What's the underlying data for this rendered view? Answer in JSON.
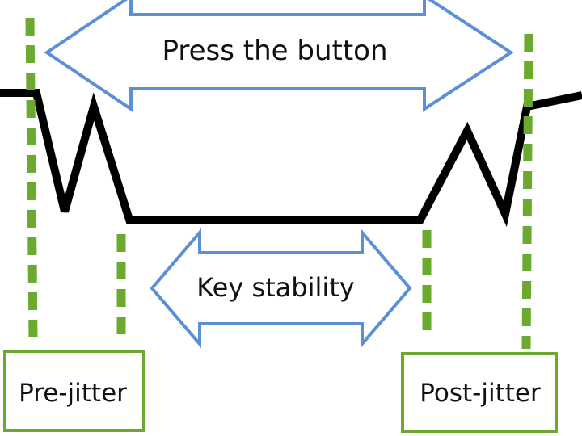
{
  "labels": {
    "press": "Press the button",
    "stability": "Key stability",
    "pre_jitter": "Pre-jitter",
    "post_jitter": "Post-jitter"
  },
  "colors": {
    "signal": "#000000",
    "arrow_stroke": "#5b8fd6",
    "marker_green": "#6aaa2e",
    "background": "#ffffff"
  }
}
